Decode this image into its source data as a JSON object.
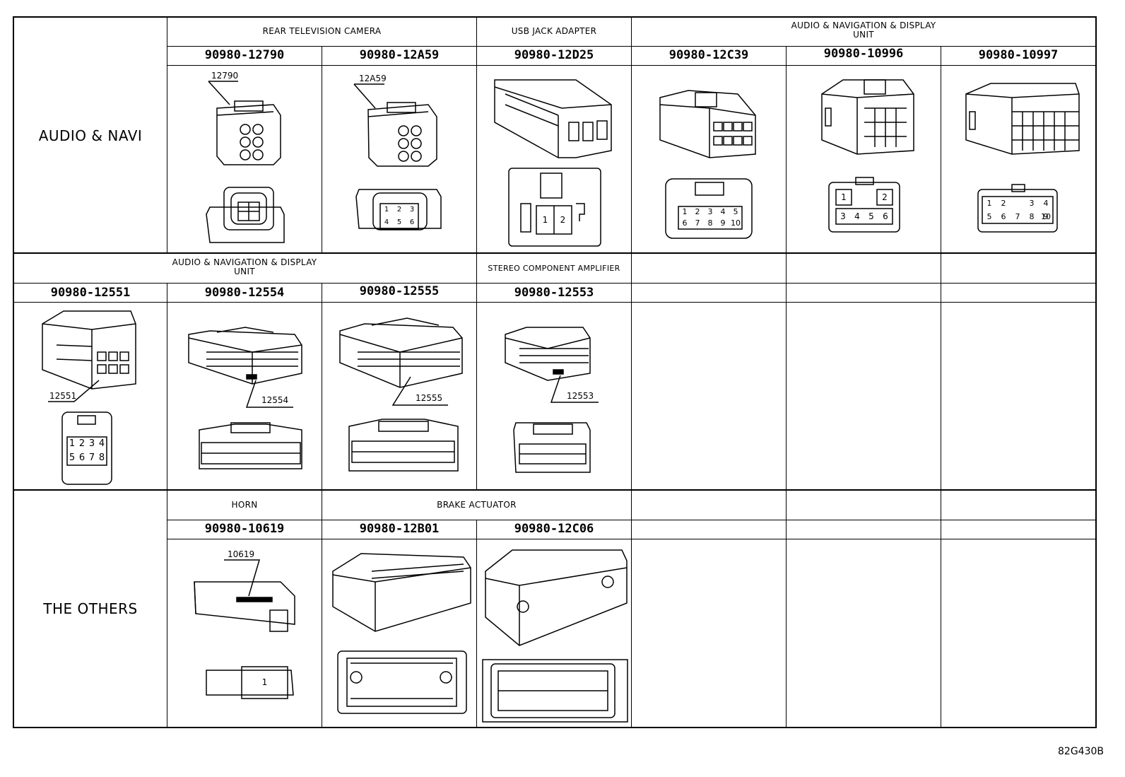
{
  "groups": {
    "audio_navi": "AUDIO & NAVI",
    "the_others": "THE OTHERS"
  },
  "headers": {
    "rear_tv_camera": "REAR TELEVISION CAMERA",
    "usb_jack_adapter": "USB JACK ADAPTER",
    "audio_nav_display_1": "AUDIO & NAVIGATION & DISPLAY",
    "audio_nav_display_1b": "UNIT",
    "audio_nav_display_2": "AUDIO & NAVIGATION & DISPLAY",
    "audio_nav_display_2b": "UNIT",
    "stereo_amp": "STEREO COMPONENT AMPLIFIER",
    "horn": "HORN",
    "brake_actuator": "BRAKE ACTUATOR"
  },
  "parts": {
    "p12790": "90980-12790",
    "p12A59": "90980-12A59",
    "p12D25": "90980-12D25",
    "p12C39": "90980-12C39",
    "p10996": "90980-10996",
    "p10997": "90980-10997",
    "p12551": "90980-12551",
    "p12554": "90980-12554",
    "p12555": "90980-12555",
    "p12553": "90980-12553",
    "p10619": "90980-10619",
    "p12B01": "90980-12B01",
    "p12C06": "90980-12C06"
  },
  "callouts": {
    "c12790": "12790",
    "c12A59": "12A59",
    "c12551": "12551",
    "c12554": "12554",
    "c12555": "12555",
    "c12553": "12553",
    "c10619": "10619"
  },
  "pins": {
    "p12A59": [
      "1",
      "2",
      "3",
      "4",
      "5",
      "6"
    ],
    "p12D25": [
      "1",
      "2"
    ],
    "p12C39": [
      "1",
      "2",
      "3",
      "4",
      "5",
      "6",
      "7",
      "8",
      "9",
      "10"
    ],
    "p10996": [
      "1",
      "2",
      "3",
      "4",
      "5",
      "6"
    ],
    "p10997": [
      "1",
      "2",
      "3",
      "4",
      "5",
      "6",
      "7",
      "8",
      "9",
      "10"
    ],
    "p12551": [
      "1",
      "2",
      "3",
      "4",
      "5",
      "6",
      "7",
      "8"
    ],
    "p10619": [
      "1"
    ]
  },
  "figure_code": "82G430B"
}
